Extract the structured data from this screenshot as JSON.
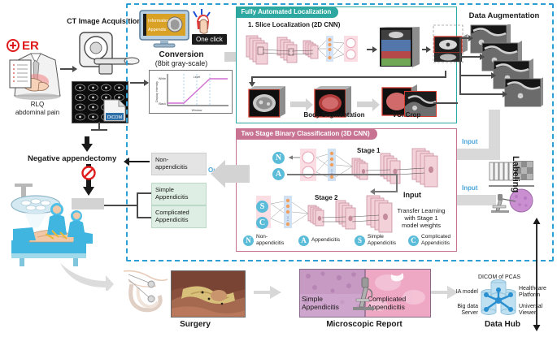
{
  "workflow": {
    "er_badge": "ER",
    "patient_caption_line1": "RLQ",
    "patient_caption_line2": "abdominal pain",
    "ct_title": "CT Image Acquisition",
    "dicom_tag": "DICOM",
    "conversion_title": "Conversion",
    "conversion_subtitle": "(8bit gray-scale)",
    "one_click": "One click",
    "monitor_line1": "Information of",
    "monitor_line2": "Appendix",
    "graph": {
      "y_top": "White",
      "y_bottom": "Black",
      "y_axis": "Display intensity",
      "x_axis": "Window",
      "level": "Level"
    }
  },
  "localization": {
    "panel_title": "Fully Automated Localization",
    "step1": "1. Slice Localization (2D CNN)",
    "body_segmentation": "Body Segmentation",
    "voi_crop": "VOI Crop"
  },
  "classification": {
    "panel_title": "Two Stage Binary Classification (3D CNN)",
    "stage1": "Stage 1",
    "stage2": "Stage 2",
    "input": "Input",
    "transfer_line1": "Transfer Learning",
    "transfer_line2": "with Stage 1",
    "transfer_line3": "model weights",
    "stage1_out_n": "N",
    "stage1_out_a": "A",
    "stage2_out_s": "S",
    "stage2_out_c": "C",
    "legend": [
      {
        "key": "N",
        "label": "Non-\nappendicitis"
      },
      {
        "key": "A",
        "label": "Appendicitis"
      },
      {
        "key": "S",
        "label": "Simple\nAppendicitis"
      },
      {
        "key": "C",
        "label": "Complicated\nAppendicitis"
      }
    ]
  },
  "augmentation": {
    "title": "Data Augmentation",
    "input_upper": "Input",
    "input_lower": "Input"
  },
  "labeling": {
    "title": "Labeling"
  },
  "output": {
    "label": "Output",
    "negative_appendectomy": "Negative appendectomy",
    "boxes": [
      {
        "id": "non",
        "line1": "Non-",
        "line2": "appendicitis"
      },
      {
        "id": "simple",
        "line1": "Simple",
        "line2": "Appendicitis"
      },
      {
        "id": "complicated",
        "line1": "Complicated",
        "line2": "Appendicitis"
      }
    ]
  },
  "bottom": {
    "surgery_caption": "Surgery",
    "microscopic_caption": "Microscopic Report",
    "micro_left_line1": "Simple",
    "micro_left_line2": "Appendicitis",
    "micro_right_line1": "Complicated",
    "micro_right_line2": "Appendicitis",
    "datahub_caption": "Data Hub",
    "datahub": {
      "top": "DICOM of PCAS",
      "left_top": "IA model",
      "right_top_l1": "Healthcare",
      "right_top_l2": "Platform",
      "left_bottom_l1": "Big data",
      "left_bottom_l2": "Server",
      "right_bottom_l1": "Universal",
      "right_bottom_l2": "Viewer"
    }
  },
  "colors": {
    "teal": "#2ca8a0",
    "pink": "#c77391",
    "blue_dashed": "#2e9fd4",
    "blue_text": "#4da6d9",
    "badge_blue": "#5bbcd9",
    "green_box": "#dfeee4",
    "red": "#d23b2e"
  }
}
